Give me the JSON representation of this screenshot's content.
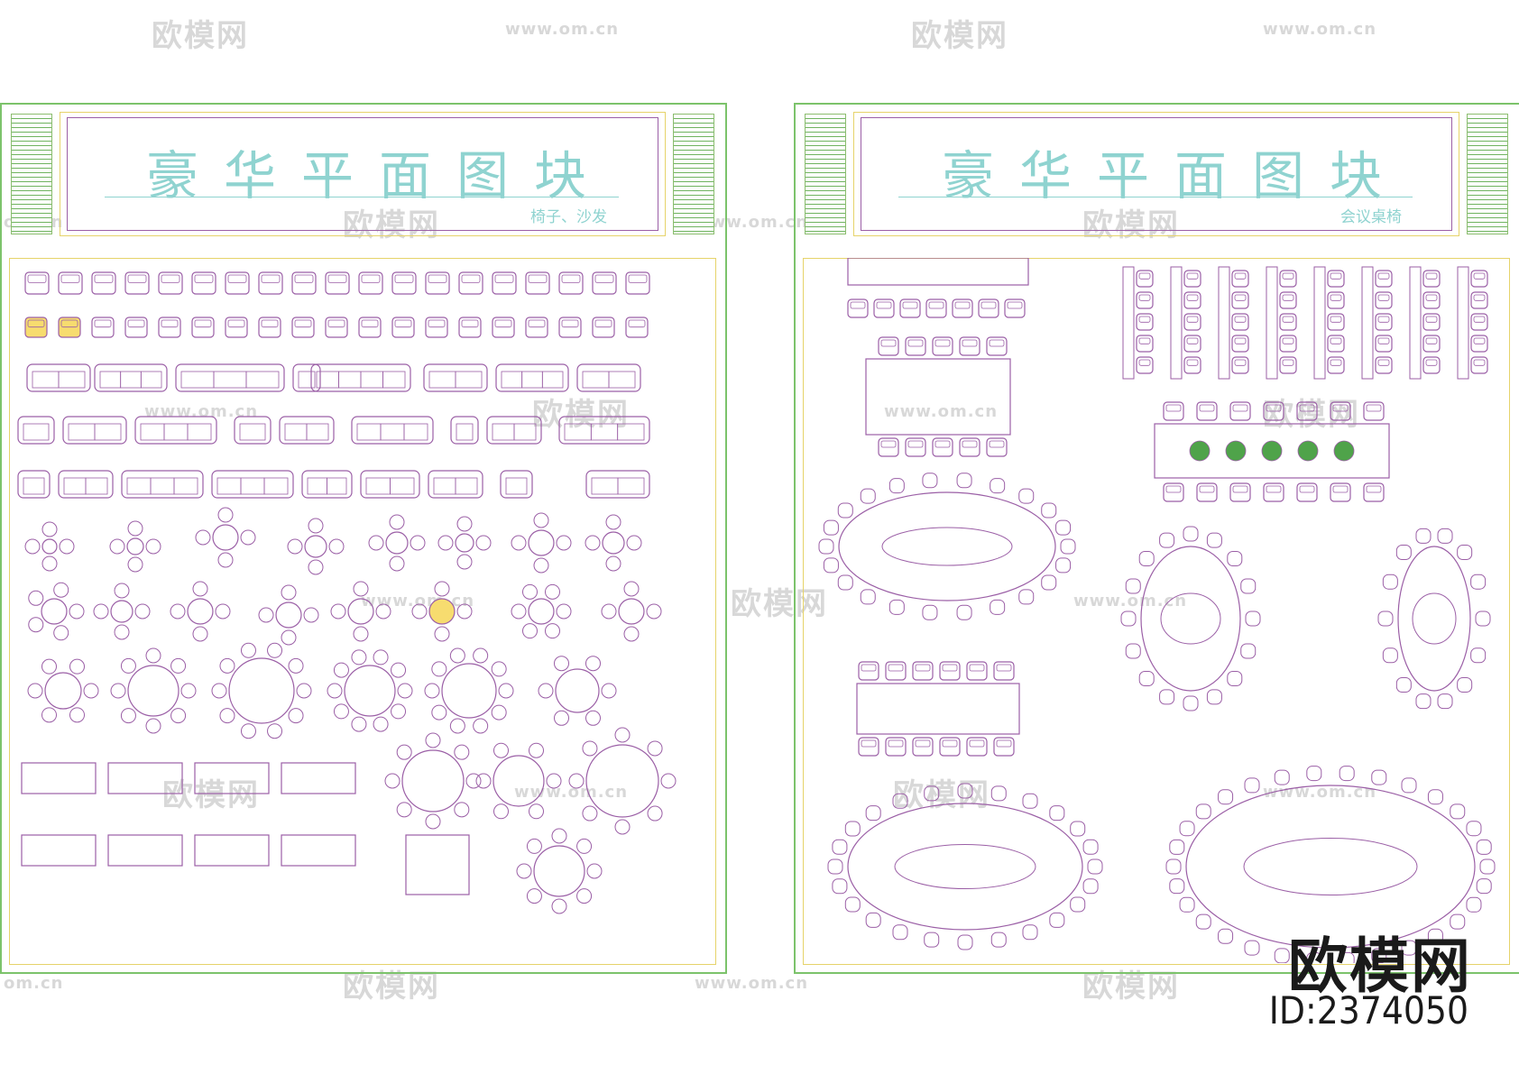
{
  "sheets": [
    {
      "title": "豪华平面图块",
      "subtitle": "椅子、沙发"
    },
    {
      "title": "豪华平面图块",
      "subtitle": "会议桌椅"
    }
  ],
  "watermark": {
    "logo_text": "欧模网",
    "url_text": "www.om.cn",
    "url_fragment": "om.cn"
  },
  "brand": {
    "logo_text": "欧模网",
    "id_text": "ID:2374050"
  },
  "colors": {
    "frame": "#7cc36b",
    "inner_border": "#e6d36a",
    "line": "#9b5fa6",
    "title": "#8fd3d0",
    "accent_fill": "#f7dc6f",
    "plant": "#4fa34a"
  }
}
